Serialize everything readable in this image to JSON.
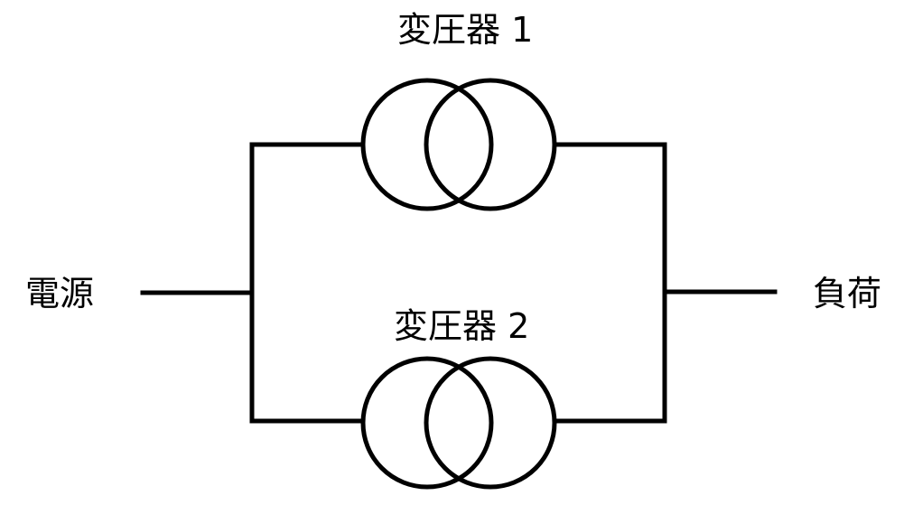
{
  "labels": {
    "source": "電源",
    "load": "負荷",
    "transformer1": "変圧器 1",
    "transformer2": "変圧器 2"
  },
  "colors": {
    "line": "#000000",
    "background": "#ffffff"
  }
}
